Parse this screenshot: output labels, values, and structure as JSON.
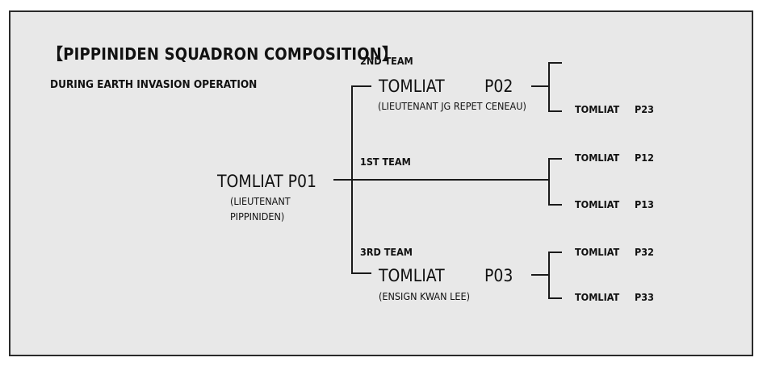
{
  "title": "【PIPPINIDEN SQUADRON COMPOSITION】",
  "subtitle": "DURING EARTH INVASION OPERATION",
  "leader": {
    "unit": "TOMLIAT P01",
    "pilot_line1": "(LIEUTENANT",
    "pilot_line2": "PIPPINIDEN)"
  },
  "teams": [
    {
      "label": "2ND TEAM",
      "unit": "TOMLIAT",
      "code": "P02",
      "pilot": "(LIEUTENANT JG REPET CENEAU)",
      "members": [
        {
          "unit": "TOMLIAT",
          "code": "P23"
        }
      ]
    },
    {
      "label": "1ST TEAM",
      "members": [
        {
          "unit": "TOMLIAT",
          "code": "P12"
        },
        {
          "unit": "TOMLIAT",
          "code": "P13"
        }
      ]
    },
    {
      "label": "3RD TEAM",
      "unit": "TOMLIAT",
      "code": "P03",
      "pilot": "(ENSIGN KWAN LEE)",
      "members": [
        {
          "unit": "TOMLIAT",
          "code": "P32"
        },
        {
          "unit": "TOMLIAT",
          "code": "P33"
        }
      ]
    }
  ]
}
